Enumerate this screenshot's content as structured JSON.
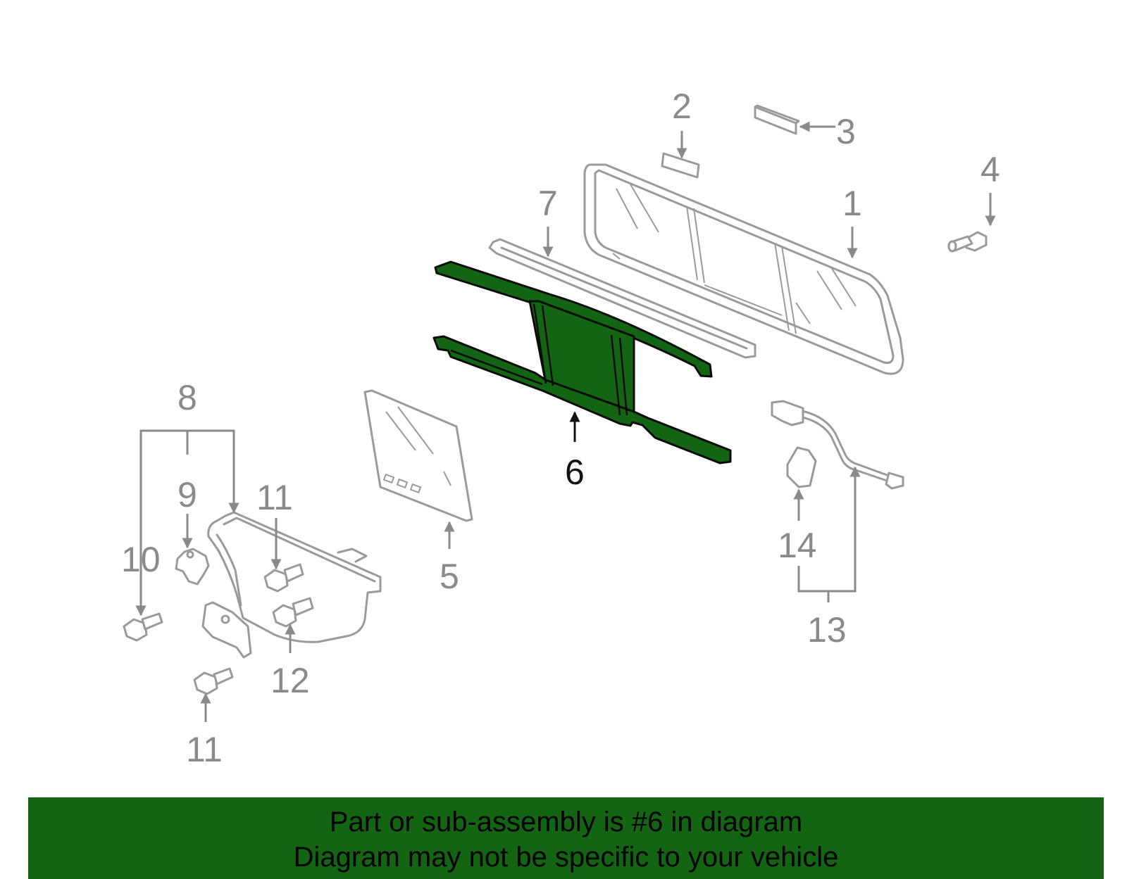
{
  "callouts": {
    "c1": "1",
    "c2": "2",
    "c3": "3",
    "c4": "4",
    "c5": "5",
    "c6": "6",
    "c7": "7",
    "c8": "8",
    "c9": "9",
    "c10": "10",
    "c11a": "11",
    "c11b": "11",
    "c12": "12",
    "c13": "13",
    "c14": "14"
  },
  "highlighted_part": "6",
  "colors": {
    "highlight": "#136413",
    "outline": "#9a9a9a",
    "banner": "#136413"
  },
  "banner": {
    "line1": "Part or sub-assembly is #6 in diagram",
    "line2": "Diagram may not be specific to your vehicle"
  }
}
